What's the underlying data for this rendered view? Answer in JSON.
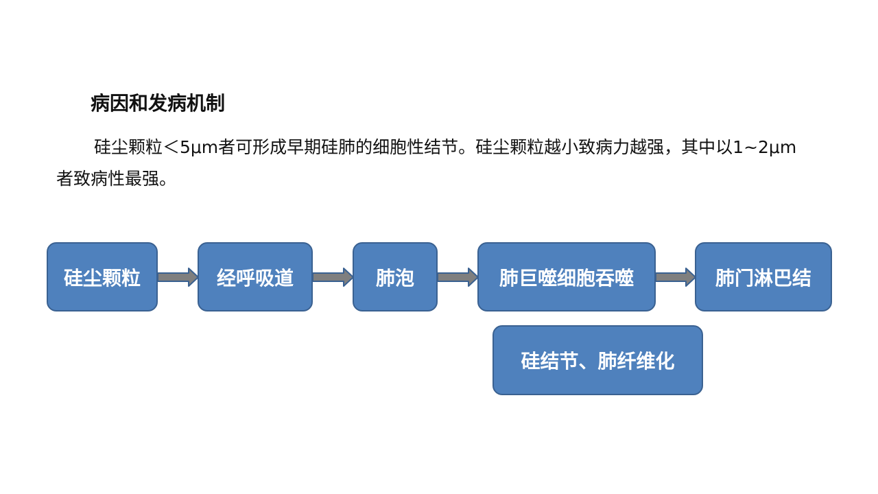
{
  "heading": "病因和发病机制",
  "paragraph": "硅尘颗粒＜5μm者可形成早期硅肺的细胞性结节。硅尘颗粒越小致病力越强，其中以1~2μm者致病性最强。",
  "flow": {
    "nodes": [
      "硅尘颗粒",
      "经呼吸道",
      "肺泡",
      "肺巨噬细胞吞噬",
      "肺门淋巴结",
      "硅结节、肺纤维化"
    ]
  },
  "colors": {
    "node_fill": "#4f81bd",
    "node_border": "#3a6191",
    "arrow_fill": "#7f7f7f",
    "arrow_stroke": "#3a6191"
  }
}
